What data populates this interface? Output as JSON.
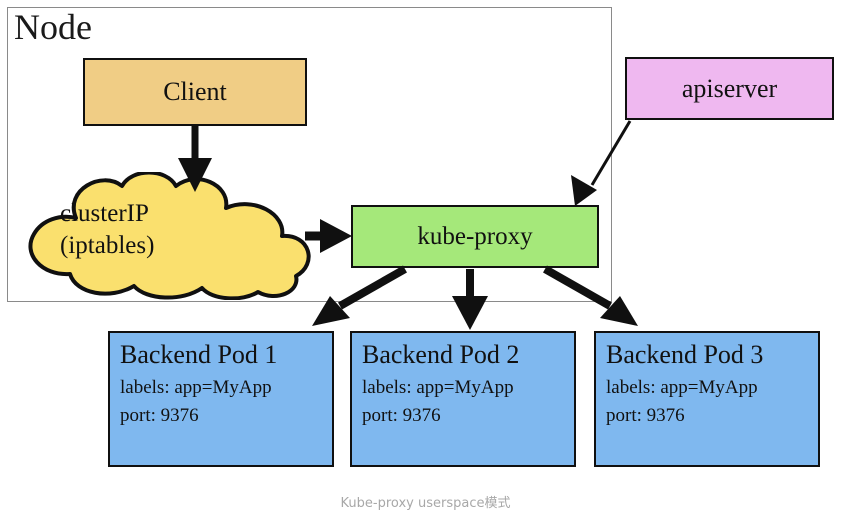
{
  "diagram": {
    "node_container": {
      "label": "Node"
    },
    "nodes": {
      "client": {
        "label": "Client",
        "color": "#f0cd85"
      },
      "apiserver": {
        "label": "apiserver",
        "color": "#efb8f0"
      },
      "kube_proxy": {
        "label": "kube-proxy",
        "color": "#a5e87a"
      },
      "cluster_ip": {
        "line1": "clusterIP",
        "line2": "(iptables)",
        "color": "#fae06e"
      }
    },
    "pods": [
      {
        "title": "Backend Pod 1",
        "labels": "labels: app=MyApp",
        "port": "port: 9376",
        "color": "#7fb8ef"
      },
      {
        "title": "Backend Pod 2",
        "labels": "labels: app=MyApp",
        "port": "port: 9376",
        "color": "#7fb8ef"
      },
      {
        "title": "Backend Pod 3",
        "labels": "labels: app=MyApp",
        "port": "port: 9376",
        "color": "#7fb8ef"
      }
    ],
    "caption": "Kube-proxy userspace模式"
  }
}
